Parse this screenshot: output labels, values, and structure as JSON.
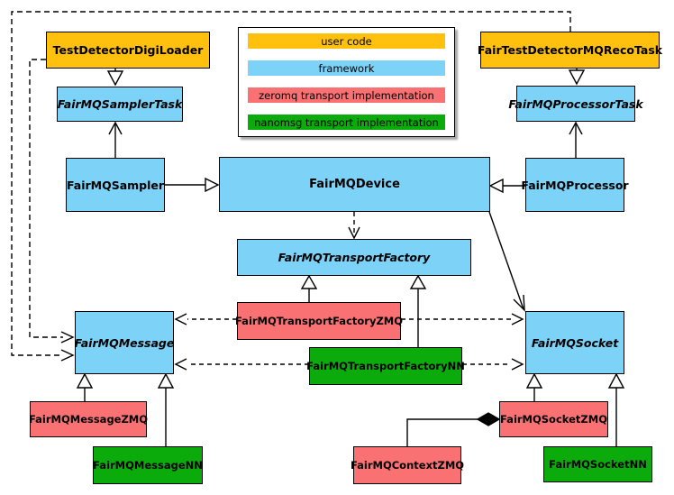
{
  "diagram_type": "uml-class-diagram",
  "legend": {
    "items": [
      {
        "label": "user code",
        "color": "#FFC10D"
      },
      {
        "label": "framework",
        "color": "#7DD2F7"
      },
      {
        "label": "zeromq transport implementation",
        "color": "#FA7173"
      },
      {
        "label": "nanomsg transport implementation",
        "color": "#0CAB0C"
      }
    ]
  },
  "nodes": {
    "digiLoader": {
      "label": "TestDetectorDigiLoader",
      "category": "user code"
    },
    "recoTask": {
      "label": "FairTestDetectorMQRecoTask",
      "category": "user code"
    },
    "samplerTask": {
      "label": "FairMQSamplerTask",
      "category": "framework",
      "abstract": true
    },
    "processorTask": {
      "label": "FairMQProcessorTask",
      "category": "framework",
      "abstract": true
    },
    "sampler": {
      "label": "FairMQSampler",
      "category": "framework"
    },
    "device": {
      "label": "FairMQDevice",
      "category": "framework"
    },
    "processor": {
      "label": "FairMQProcessor",
      "category": "framework"
    },
    "transportFactory": {
      "label": "FairMQTransportFactory",
      "category": "framework",
      "abstract": true
    },
    "transportFactoryZMQ": {
      "label": "FairMQTransportFactoryZMQ",
      "category": "zeromq transport implementation"
    },
    "transportFactoryNN": {
      "label": "FairMQTransportFactoryNN",
      "category": "nanomsg transport implementation"
    },
    "message": {
      "label": "FairMQMessage",
      "category": "framework",
      "abstract": true
    },
    "socket": {
      "label": "FairMQSocket",
      "category": "framework",
      "abstract": true
    },
    "messageZMQ": {
      "label": "FairMQMessageZMQ",
      "category": "zeromq transport implementation"
    },
    "messageNN": {
      "label": "FairMQMessageNN",
      "category": "nanomsg transport implementation"
    },
    "contextZMQ": {
      "label": "FairMQContextZMQ",
      "category": "zeromq transport implementation"
    },
    "socketZMQ": {
      "label": "FairMQSocketZMQ",
      "category": "zeromq transport implementation"
    },
    "socketNN": {
      "label": "FairMQSocketNN",
      "category": "nanomsg transport implementation"
    }
  },
  "edges": [
    {
      "from": "TestDetectorDigiLoader",
      "to": "FairMQSamplerTask",
      "style": "inheritance-triangle"
    },
    {
      "from": "FairTestDetectorMQRecoTask",
      "to": "FairMQProcessorTask",
      "style": "inheritance-triangle"
    },
    {
      "from": "FairMQSampler",
      "to": "FairMQSamplerTask",
      "style": "solid-open-arrow"
    },
    {
      "from": "FairMQProcessor",
      "to": "FairMQProcessorTask",
      "style": "solid-open-arrow"
    },
    {
      "from": "FairMQSampler",
      "to": "FairMQDevice",
      "style": "inheritance-triangle"
    },
    {
      "from": "FairMQProcessor",
      "to": "FairMQDevice",
      "style": "inheritance-triangle"
    },
    {
      "from": "FairMQDevice",
      "to": "FairMQTransportFactory",
      "style": "dashed-open-arrow"
    },
    {
      "from": "FairMQDevice",
      "to": "FairMQSocket",
      "style": "solid-open-arrow"
    },
    {
      "from": "FairMQTransportFactoryZMQ",
      "to": "FairMQTransportFactory",
      "style": "inheritance-triangle"
    },
    {
      "from": "FairMQTransportFactoryNN",
      "to": "FairMQTransportFactory",
      "style": "inheritance-triangle"
    },
    {
      "from": "FairMQTransportFactoryZMQ",
      "to": "FairMQMessage",
      "style": "dashed-open-arrow"
    },
    {
      "from": "FairMQTransportFactoryZMQ",
      "to": "FairMQSocket",
      "style": "dashed-open-arrow"
    },
    {
      "from": "FairMQTransportFactoryNN",
      "to": "FairMQMessage",
      "style": "dashed-open-arrow"
    },
    {
      "from": "FairMQTransportFactoryNN",
      "to": "FairMQSocket",
      "style": "dashed-open-arrow"
    },
    {
      "from": "TestDetectorDigiLoader",
      "to": "FairMQMessage",
      "style": "dashed-open-arrow"
    },
    {
      "from": "FairTestDetectorMQRecoTask",
      "to": "FairMQMessage",
      "style": "dashed-open-arrow"
    },
    {
      "from": "FairMQMessageZMQ",
      "to": "FairMQMessage",
      "style": "inheritance-triangle"
    },
    {
      "from": "FairMQMessageNN",
      "to": "FairMQMessage",
      "style": "inheritance-triangle"
    },
    {
      "from": "FairMQSocketZMQ",
      "to": "FairMQSocket",
      "style": "inheritance-triangle"
    },
    {
      "from": "FairMQSocketNN",
      "to": "FairMQSocket",
      "style": "inheritance-triangle"
    },
    {
      "from": "FairMQContextZMQ",
      "to": "FairMQSocketZMQ",
      "style": "composition-diamond"
    }
  ]
}
